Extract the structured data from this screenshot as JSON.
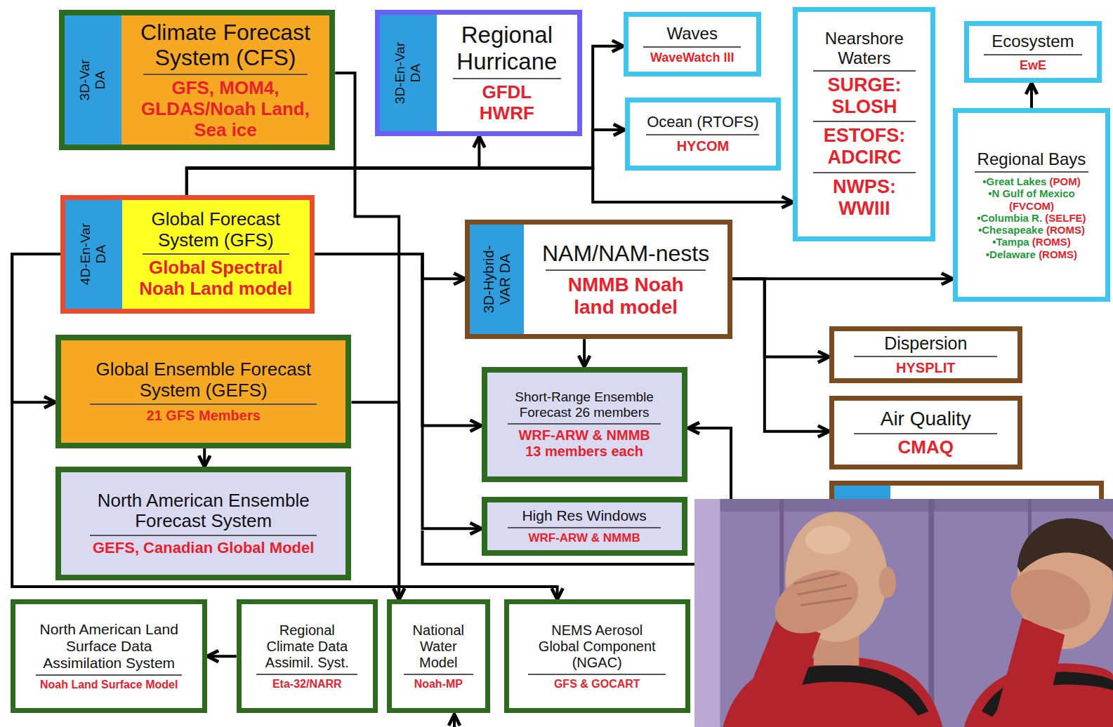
{
  "diagram": {
    "nodes": [
      {
        "text": [
          "3D-Var DA",
          "Climate Forecast System (CFS)",
          "GFS, MOM4, GLDAS/Noah Land, Sea ice"
        ]
      },
      {
        "text": [
          "3D-En-Var DA",
          "Regional Hurricane",
          "GFDL HWRF"
        ]
      },
      {
        "text": [
          "Waves",
          "WaveWatch III"
        ]
      },
      {
        "text": [
          "Ocean (RTOFS)",
          "HYCOM"
        ]
      },
      {
        "text": [
          "Nearshore Waters",
          "SURGE: SLOSH",
          "ESTOFS: ADCIRC",
          "NWPS: WWIII"
        ]
      },
      {
        "text": [
          "Ecosystem",
          "EwE"
        ]
      },
      {
        "text": [
          "Regional Bays",
          "•Great Lakes (POM)",
          "•N Gulf of Mexico (FVCOM)",
          "•Columbia R. (SELFE)",
          "•Chesapeake (ROMS)",
          "•Tampa (ROMS)",
          "•Delaware (ROMS)"
        ]
      },
      {
        "text": [
          "4D-En-Var DA",
          "Global Forecast System (GFS)",
          "Global Spectral Noah Land model"
        ]
      },
      {
        "text": [
          "3D-Hybrid-VAR DA",
          "NAM/NAM-nests",
          "NMMB Noah land model"
        ]
      },
      {
        "text": [
          "Global Ensemble Forecast System (GEFS)",
          "21 GFS Members"
        ]
      },
      {
        "text": [
          "Short-Range Ensemble Forecast 26 members",
          "WRF-ARW & NMMB 13 members each"
        ]
      },
      {
        "text": [
          "Dispersion",
          "HYSPLIT"
        ]
      },
      {
        "text": [
          "Air Quality",
          "CMAQ"
        ]
      },
      {
        "text": [
          "North American Ensemble Forecast System",
          "GEFS, Canadian Global Model"
        ]
      },
      {
        "text": [
          "High Res Windows",
          "WRF-ARW & NMMB"
        ]
      },
      {
        "text": [
          "North American Land Surface Data Assimilation System",
          "Noah Land Surface Model"
        ]
      },
      {
        "text": [
          "Regional Climate Data Assimil. Syst.",
          "Eta-32/NARR"
        ]
      },
      {
        "text": [
          "National Water Model",
          "Noah-MP"
        ]
      },
      {
        "text": [
          "NEMS Aerosol Global Component (NGAC)",
          "GFS & GOCART"
        ]
      }
    ],
    "edges": [
      {
        "from": 0,
        "to": 17,
        "arrow": "to"
      },
      {
        "from": 7,
        "to": 1,
        "arrow": "to"
      },
      {
        "from": 7,
        "to": 2,
        "arrow": "to"
      },
      {
        "from": 7,
        "to": 3,
        "arrow": "to"
      },
      {
        "from": 7,
        "to": 4,
        "arrow": "to"
      },
      {
        "from": 7,
        "to": 8,
        "arrow": "to"
      },
      {
        "from": 7,
        "to": 10,
        "arrow": "to"
      },
      {
        "from": 7,
        "to": 14,
        "arrow": "to"
      },
      {
        "from": 7,
        "to": 9,
        "arrow": "to"
      },
      {
        "from": 7,
        "to": 18,
        "arrow": "to"
      },
      {
        "from": 9,
        "to": 13,
        "arrow": "to"
      },
      {
        "from": 9,
        "to": 17,
        "arrow": "to"
      },
      {
        "from": 8,
        "to": 10,
        "arrow": "to"
      },
      {
        "from": 8,
        "to": 6,
        "arrow": "to"
      },
      {
        "from": 8,
        "to": 11,
        "arrow": "to"
      },
      {
        "from": 8,
        "to": 12,
        "arrow": "to"
      },
      {
        "from": 6,
        "to": 5,
        "arrow": "to"
      },
      {
        "from": 16,
        "to": 15,
        "arrow": "to"
      }
    ]
  }
}
